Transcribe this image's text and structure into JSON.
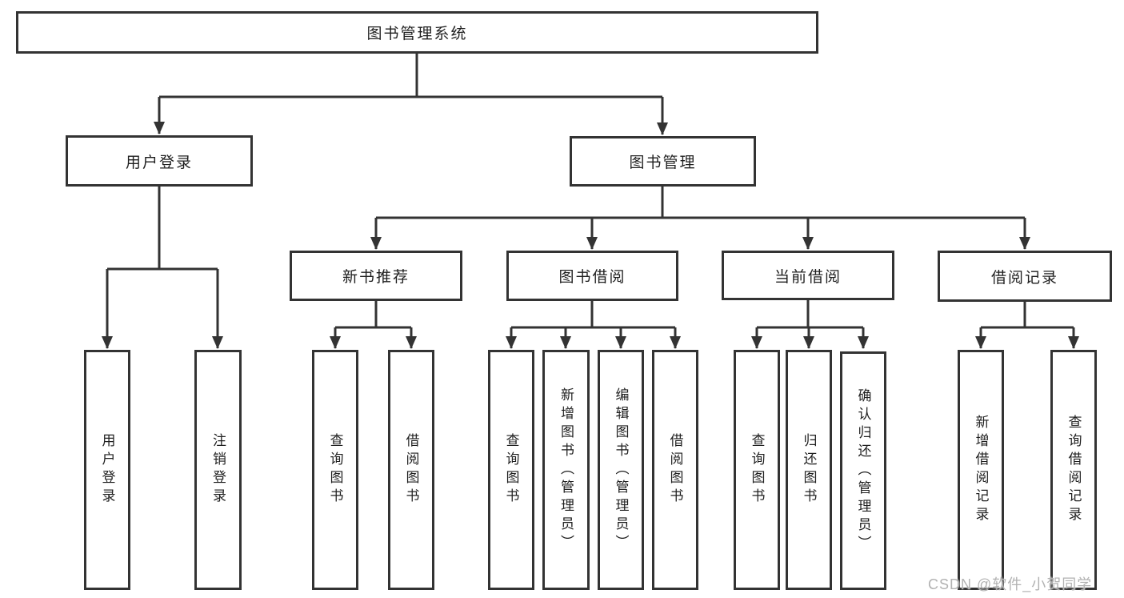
{
  "diagram_title": "图书管理系统",
  "tree": {
    "label": "图书管理系统",
    "children": [
      {
        "label": "用户登录",
        "children": [
          {
            "label": "用户登录"
          },
          {
            "label": "注销登录"
          }
        ]
      },
      {
        "label": "图书管理",
        "children": [
          {
            "label": "新书推荐",
            "children": [
              {
                "label": "查询图书"
              },
              {
                "label": "借阅图书"
              }
            ]
          },
          {
            "label": "图书借阅",
            "children": [
              {
                "label": "查询图书"
              },
              {
                "label": "新增图书（管理员）"
              },
              {
                "label": "编辑图书（管理员）"
              },
              {
                "label": "借阅图书"
              }
            ]
          },
          {
            "label": "当前借阅",
            "children": [
              {
                "label": "查询图书"
              },
              {
                "label": "归还图书"
              },
              {
                "label": "确认归还（管理员）"
              }
            ]
          },
          {
            "label": "借阅记录",
            "children": [
              {
                "label": "新增借阅记录"
              },
              {
                "label": "查询借阅记录"
              }
            ]
          }
        ]
      }
    ]
  },
  "watermark": {
    "text": "CSDN @软件_小贺同学"
  },
  "colors": {
    "line": "#333333",
    "box_border": "#333333",
    "text": "#1f1f1f",
    "watermark": "#b2b2b2",
    "background": "#ffffff"
  }
}
